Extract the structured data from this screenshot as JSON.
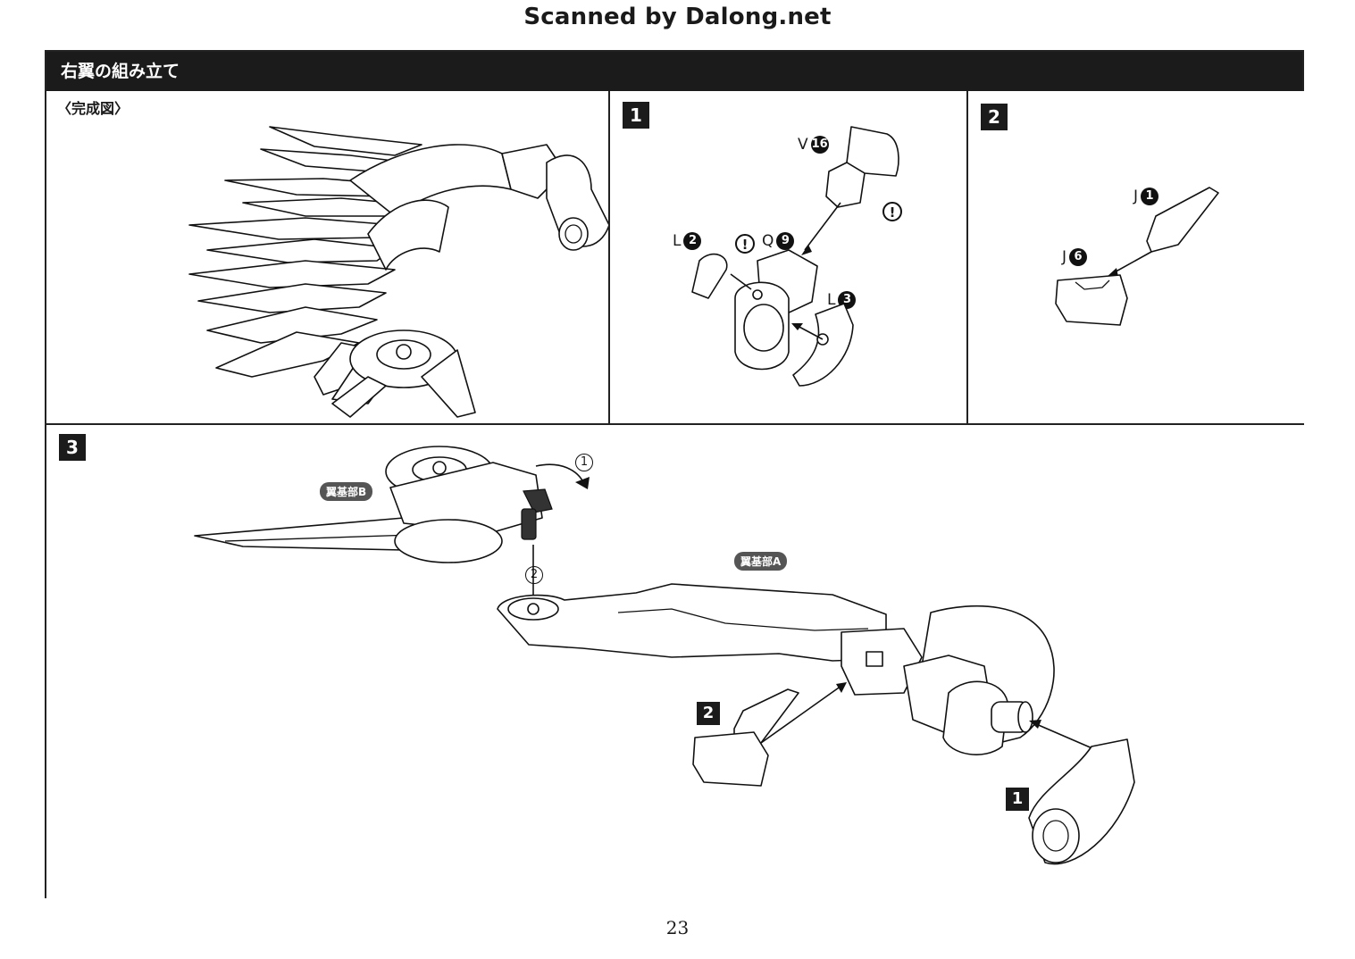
{
  "watermark": "Scanned by Dalong.net",
  "section_title": "右翼の組み立て",
  "complete_label": "〈完成図〉",
  "steps": {
    "step1": {
      "badge": "1",
      "parts": [
        {
          "letter": "V",
          "num": "16"
        },
        {
          "letter": "L",
          "num": "2"
        },
        {
          "letter": "Q",
          "num": "9"
        },
        {
          "letter": "L",
          "num": "3"
        }
      ],
      "warning_symbol": "!"
    },
    "step2": {
      "badge": "2",
      "parts": [
        {
          "letter": "J",
          "num": "1"
        },
        {
          "letter": "J",
          "num": "6"
        }
      ]
    },
    "step3": {
      "badge": "3",
      "labels": {
        "wing_base_b": "翼基部B",
        "wing_base_a": "翼基部A"
      },
      "order_marks": [
        "1",
        "2"
      ],
      "sub_refs": {
        "step2_ref": "2",
        "step1_ref": "1"
      }
    }
  },
  "page_number": "23"
}
